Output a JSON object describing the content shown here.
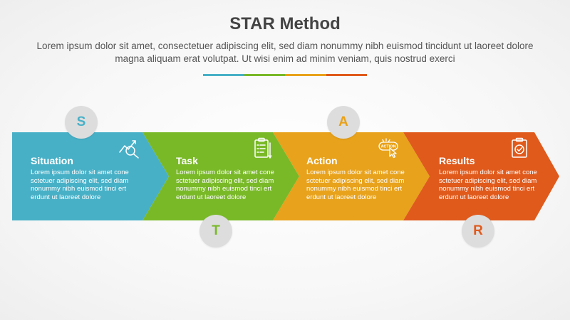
{
  "header": {
    "title": "STAR Method",
    "subtitle": "Lorem ipsum dolor sit amet, consectetuer adipiscing elit, sed diam nonummy nibh euismod tincidunt ut laoreet dolore magna aliquam erat volutpat. Ut wisi enim ad minim veniam, quis nostrud exerci"
  },
  "colors": {
    "situation": "#47b0c7",
    "task": "#79b928",
    "action": "#e8a21b",
    "results": "#e05a1c",
    "circle_bg": "#dddddd"
  },
  "steps": [
    {
      "letter": "S",
      "title": "Situation",
      "body": "Lorem ipsum dolor sit amet cone sctetuer adipiscing elit, sed diam nonummy nibh euismod tinci ert erdunt ut laoreet dolore",
      "icon": "chart-magnifier-icon"
    },
    {
      "letter": "T",
      "title": "Task",
      "body": "Lorem ipsum dolor sit amet cone sctetuer adipiscing elit, sed diam nonummy nibh euismod tinci ert erdunt ut laoreet dolore",
      "icon": "clipboard-checklist-icon"
    },
    {
      "letter": "A",
      "title": "Action",
      "body": "Lorem ipsum dolor sit amet cone sctetuer adipiscing elit, sed diam nonummy nibh euismod tinci ert erdunt ut laoreet dolore",
      "icon": "action-button-click-icon",
      "icon_label": "ACTION"
    },
    {
      "letter": "R",
      "title": "Results",
      "body": "Lorem ipsum dolor sit amet cone sctetuer adipiscing elit, sed diam nonummy nibh euismod tinci ert erdunt ut laoreet dolore",
      "icon": "clipboard-check-icon"
    }
  ]
}
